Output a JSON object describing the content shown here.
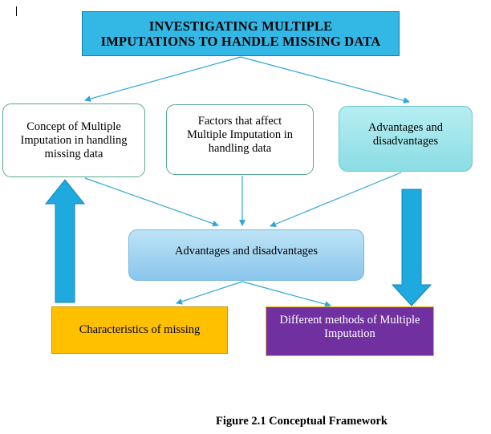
{
  "diagram": {
    "title_line1": "INVESTIGATING MULTIPLE",
    "title_line2": "IMPUTATIONS TO HANDLE MISSING DATA",
    "concept_line1": "Concept of Multiple",
    "concept_line2": "Imputation in handling",
    "concept_line3": "missing data",
    "factors_line1": "Factors that affect",
    "factors_line2": "Multiple Imputation in",
    "factors_line3": "handling data",
    "advdis_top_line1": "Advantages and",
    "advdis_top_line2": "disadvantages",
    "advdis_center": "Advantages and disadvantages",
    "characteristics": "Characteristics of missing",
    "methods_line1": "Different methods of Multiple",
    "methods_line2": "Imputation"
  },
  "caption": "Figure 2.1 Conceptual Framework",
  "colors": {
    "title_fill": "#33b8e6",
    "connector": "#2fa7d9",
    "block_arrow": "#1ea9df",
    "characteristics_fill": "#ffc000",
    "methods_fill": "#7030a0"
  }
}
